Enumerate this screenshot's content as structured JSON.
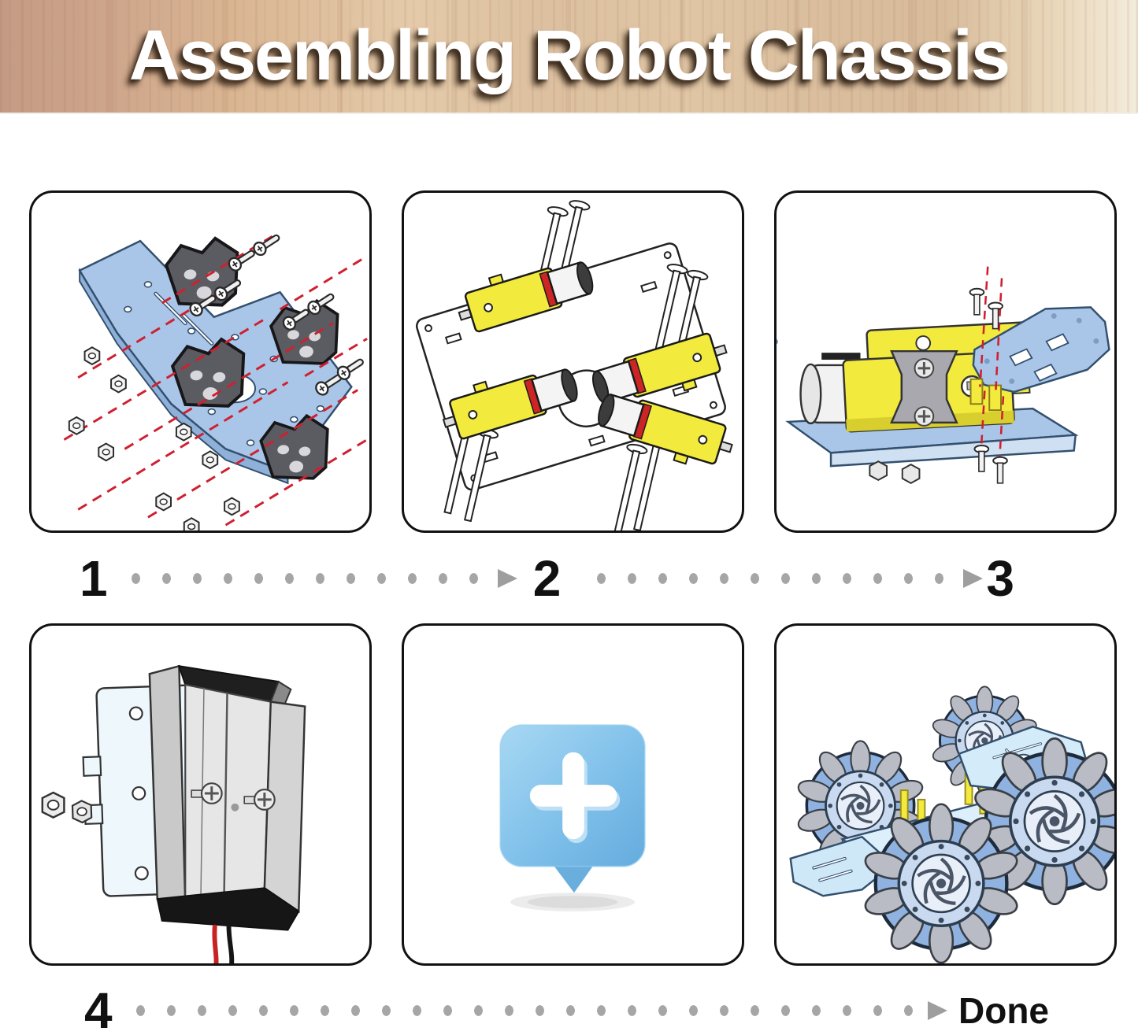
{
  "header": {
    "title": "Assembling Robot Chassis"
  },
  "steps": {
    "s1": "1",
    "s2": "2",
    "s3": "3",
    "s4": "4",
    "done": "Done"
  },
  "panels": [
    {
      "name": "chassis-plate-exploded-diagram"
    },
    {
      "name": "motors-mounted-on-chassis-diagram"
    },
    {
      "name": "motor-and-side-plate-assembly-diagram"
    },
    {
      "name": "battery-holder-mounting-diagram"
    },
    {
      "name": "plus-bubble-graphic"
    },
    {
      "name": "assembled-mecanum-wheel-chassis-diagram"
    }
  ],
  "colors": {
    "wood-dark": "#c49a84",
    "wood-mid": "#dcc0a0",
    "wood-light": "#ead8bc",
    "wood-pale": "#f3ecdb",
    "title-text": "#ffffff",
    "page-bg": "#ffffff",
    "panel-border": "#111111",
    "dot": "#a6a6a6",
    "arrow": "#9e9e9e",
    "step-number": "#111111",
    "chassis-blue": "#a9c6e8",
    "motor-yellow": "#f2ea3d",
    "guide-red": "#cf2030",
    "bubble-blue": "#7fc0ea",
    "wheel-blue": "#8fb2e0",
    "wire-red": "#c92222"
  }
}
